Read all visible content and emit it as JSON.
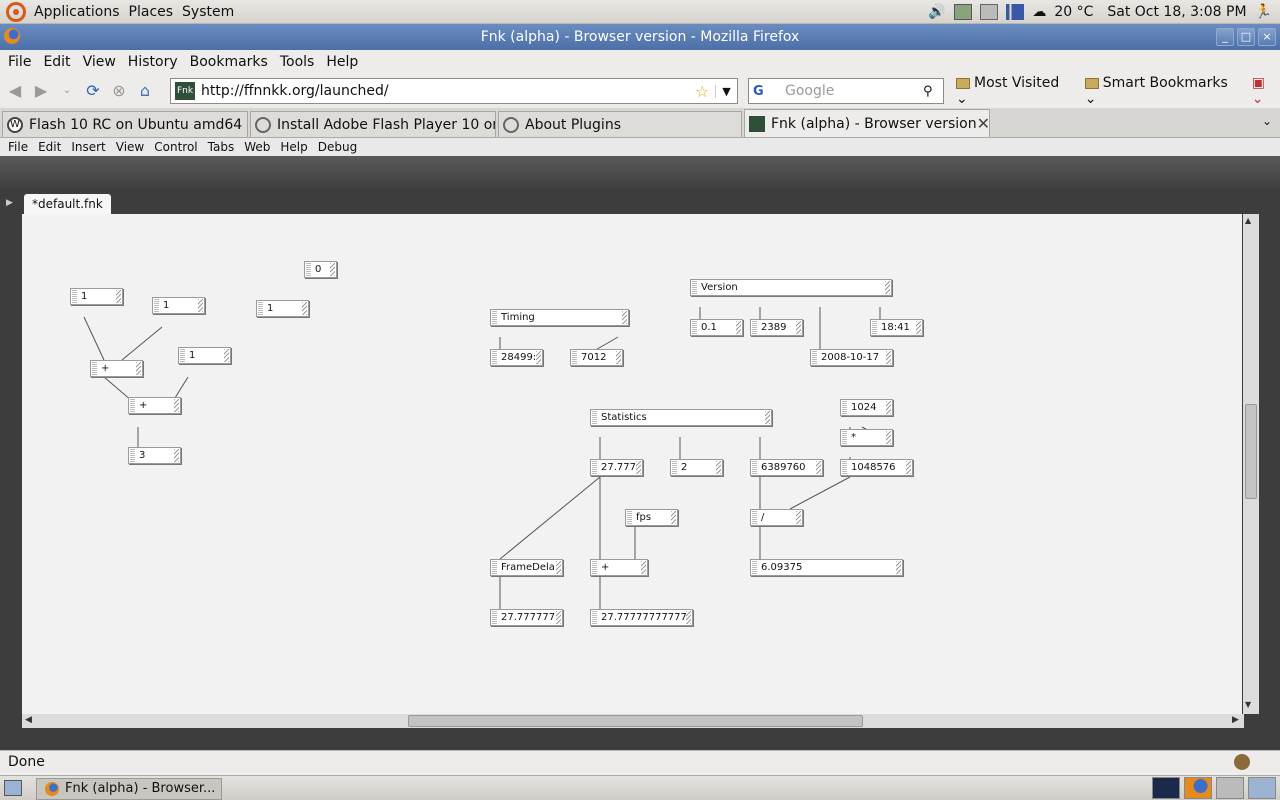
{
  "panel": {
    "menus": [
      "Applications",
      "Places",
      "System"
    ],
    "weather": "20 °C",
    "clock": "Sat Oct 18,  3:08 PM"
  },
  "window": {
    "title": "Fnk (alpha) - Browser version - Mozilla Firefox"
  },
  "browser_menu": [
    "File",
    "Edit",
    "View",
    "History",
    "Bookmarks",
    "Tools",
    "Help"
  ],
  "address": {
    "url": "http://ffnnkk.org/launched/",
    "site_icon": "Fnk"
  },
  "search": {
    "engine": "G",
    "placeholder": "Google"
  },
  "bookmarks": [
    "Most Visited",
    "Smart Bookmarks"
  ],
  "tabs": [
    {
      "label": "Flash 10 RC on Ubuntu amd64 «..."
    },
    {
      "label": "Install Adobe Flash Player 10 on ..."
    },
    {
      "label": "About Plugins"
    },
    {
      "label": "Fnk (alpha) - Browser version"
    }
  ],
  "app_menu": [
    "File",
    "Edit",
    "Insert",
    "View",
    "Control",
    "Tabs",
    "Web",
    "Help",
    "Debug"
  ],
  "document_tab": "*default.fnk",
  "nodes": {
    "n_zero": "0",
    "n_one_a": "1",
    "n_one_b": "1",
    "n_one_c": "1",
    "n_one_d": "1",
    "n_plus_a": "+",
    "n_plus_b": "+",
    "n_three": "3",
    "timing": "Timing",
    "timing_a": "28499:",
    "timing_b": "7012",
    "version": "Version",
    "v_num": "0.1",
    "v_build": "2389",
    "v_date": "2008-10-17",
    "v_time": "18:41",
    "statistics": "Statistics",
    "s_fps_val": "27.777",
    "s_two": "2",
    "s_mem": "6389760",
    "n_1024": "1024",
    "n_mul": "*",
    "n_1048576": "1048576",
    "n_fps": "fps",
    "n_div": "/",
    "n_framedelay": "FrameDela",
    "n_plus_c": "+",
    "n_ratio": "6.09375",
    "n_fd_val": "27.777777",
    "n_sum_val": "27.77777777777"
  },
  "status": {
    "text": "Done"
  },
  "taskbar": {
    "task_label": "Fnk (alpha) - Browser..."
  }
}
